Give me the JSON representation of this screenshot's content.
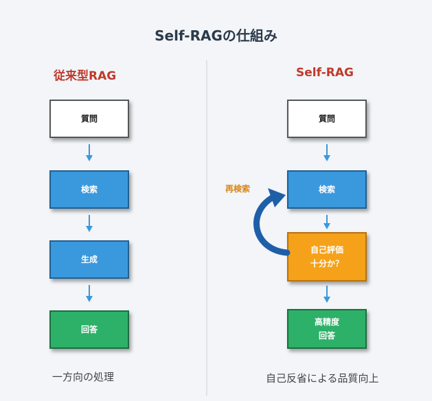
{
  "title": "Self-RAGの仕組み",
  "left": {
    "heading": "従来型RAG",
    "steps": [
      "質問",
      "検索",
      "生成",
      "回答"
    ],
    "caption": "一方向の処理"
  },
  "right": {
    "heading": "Self-RAG",
    "steps": {
      "question": "質問",
      "search": "検索",
      "eval_line1": "自己評価",
      "eval_line2": "十分か？",
      "answer_line1": "高精度",
      "answer_line2": "回答"
    },
    "retry_label": "再検索",
    "caption": "自己反省による品質向上"
  },
  "colors": {
    "heading": "#c0392b",
    "blue_box": "#3a98dd",
    "green_box": "#2db168",
    "orange_box": "#f5a21a",
    "arrow": "#3a98dd",
    "loop_arrow": "#1f5fa8",
    "retry_label": "#d9861a"
  }
}
